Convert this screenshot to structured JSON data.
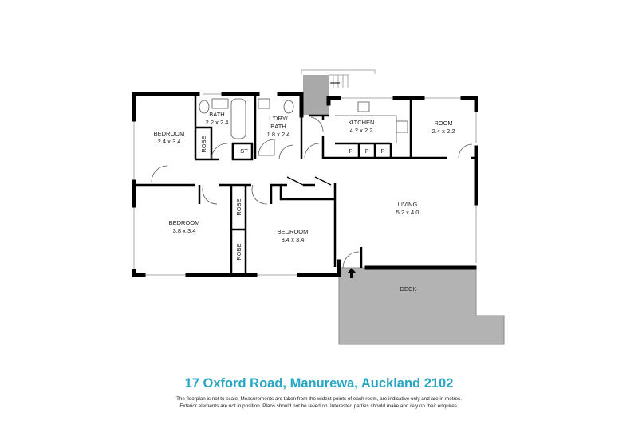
{
  "rooms": {
    "bedroom1": {
      "name": "BEDROOM",
      "size": "2.4 x 3.4"
    },
    "bath": {
      "name": "BATH",
      "size": "2.2 x 2.4"
    },
    "laundry": {
      "name": "L'DRY/",
      "name2": "BATH",
      "size": "1.8 x 2.4"
    },
    "kitchen": {
      "name": "KITCHEN",
      "size": "4.2 x 2.2"
    },
    "room": {
      "name": "ROOM",
      "size": "2.4 x 2.2"
    },
    "living": {
      "name": "LIVING",
      "size": "5.2 x 4.0"
    },
    "bedroom2": {
      "name": "BEDROOM",
      "size": "3.8 x 3.4"
    },
    "bedroom3": {
      "name": "BEDROOM",
      "size": "3.4 x 3.4"
    },
    "deck": {
      "name": "DECK"
    },
    "robe": "ROBE",
    "st": "ST",
    "pantry": "P",
    "fridge": "F"
  },
  "address": "17 Oxford Road, Manurewa, Auckland 2102",
  "disclaimer": [
    "The floorplan is not to scale. Measurements are taken from the widest points of each room, are indicative only and are in metres.",
    "Exterior elements are not in position. Plans should not be relied on. Interested parties should make and rely on their enquires."
  ],
  "colors": {
    "title": "#2aa6c4",
    "deck": "#b3b3b3"
  },
  "icons": [
    "entry-arrow-icon",
    "stairs-icon"
  ]
}
